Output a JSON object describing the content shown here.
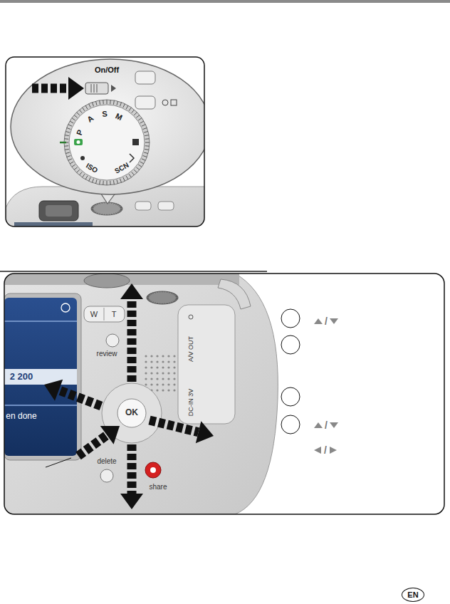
{
  "diagram": {
    "nodes": [
      {
        "text": [
          "EN"
        ]
      }
    ],
    "labels": [
      "On/Off",
      "P",
      "A",
      "S",
      "M",
      "SCN",
      "ISO",
      "W",
      "T",
      "review",
      "A/V OUT",
      "DC-IN 3V",
      "2 200",
      "en done",
      "OK",
      "delete",
      "share",
      "/",
      "/",
      "/"
    ]
  }
}
